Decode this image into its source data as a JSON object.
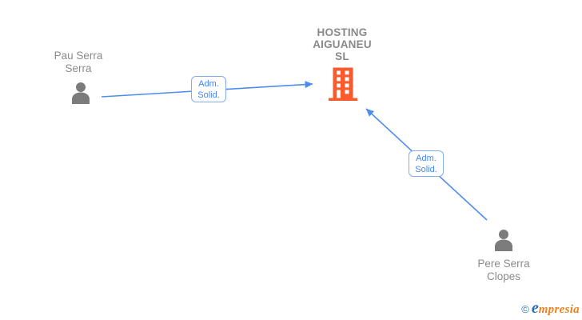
{
  "diagram": {
    "background": "#ffffff",
    "company": {
      "name_lines": [
        "HOSTING",
        "AIGUANEU",
        "SL"
      ],
      "icon": "building-icon",
      "icon_color": "#fb5b2c",
      "text_color": "#8a8a8a"
    },
    "persons": [
      {
        "name_lines": [
          "Pau Serra",
          "Serra"
        ],
        "icon": "person-icon",
        "icon_color": "#7b7b7b"
      },
      {
        "name_lines": [
          "Pere Serra",
          "Clopes"
        ],
        "icon": "person-icon",
        "icon_color": "#7b7b7b"
      }
    ],
    "edges": [
      {
        "from": "Pau Serra Serra",
        "to": "HOSTING AIGUANEU SL",
        "label_lines": [
          "Adm.",
          "Solid."
        ]
      },
      {
        "from": "Pere Serra Clopes",
        "to": "HOSTING AIGUANEU SL",
        "label_lines": [
          "Adm.",
          "Solid."
        ]
      }
    ],
    "edge_style": {
      "line_color": "#4e8cf0",
      "label_text_color": "#4285f4",
      "label_border_color": "#84acf1",
      "label_background": "#ffffff"
    }
  },
  "footer": {
    "copyright_symbol": "©",
    "brand_initial": "e",
    "brand_rest": "mpresia",
    "copyright_color": "#2e75b5",
    "brand_initial_color": "#2a6db8",
    "brand_rest_color": "#e8821e"
  }
}
